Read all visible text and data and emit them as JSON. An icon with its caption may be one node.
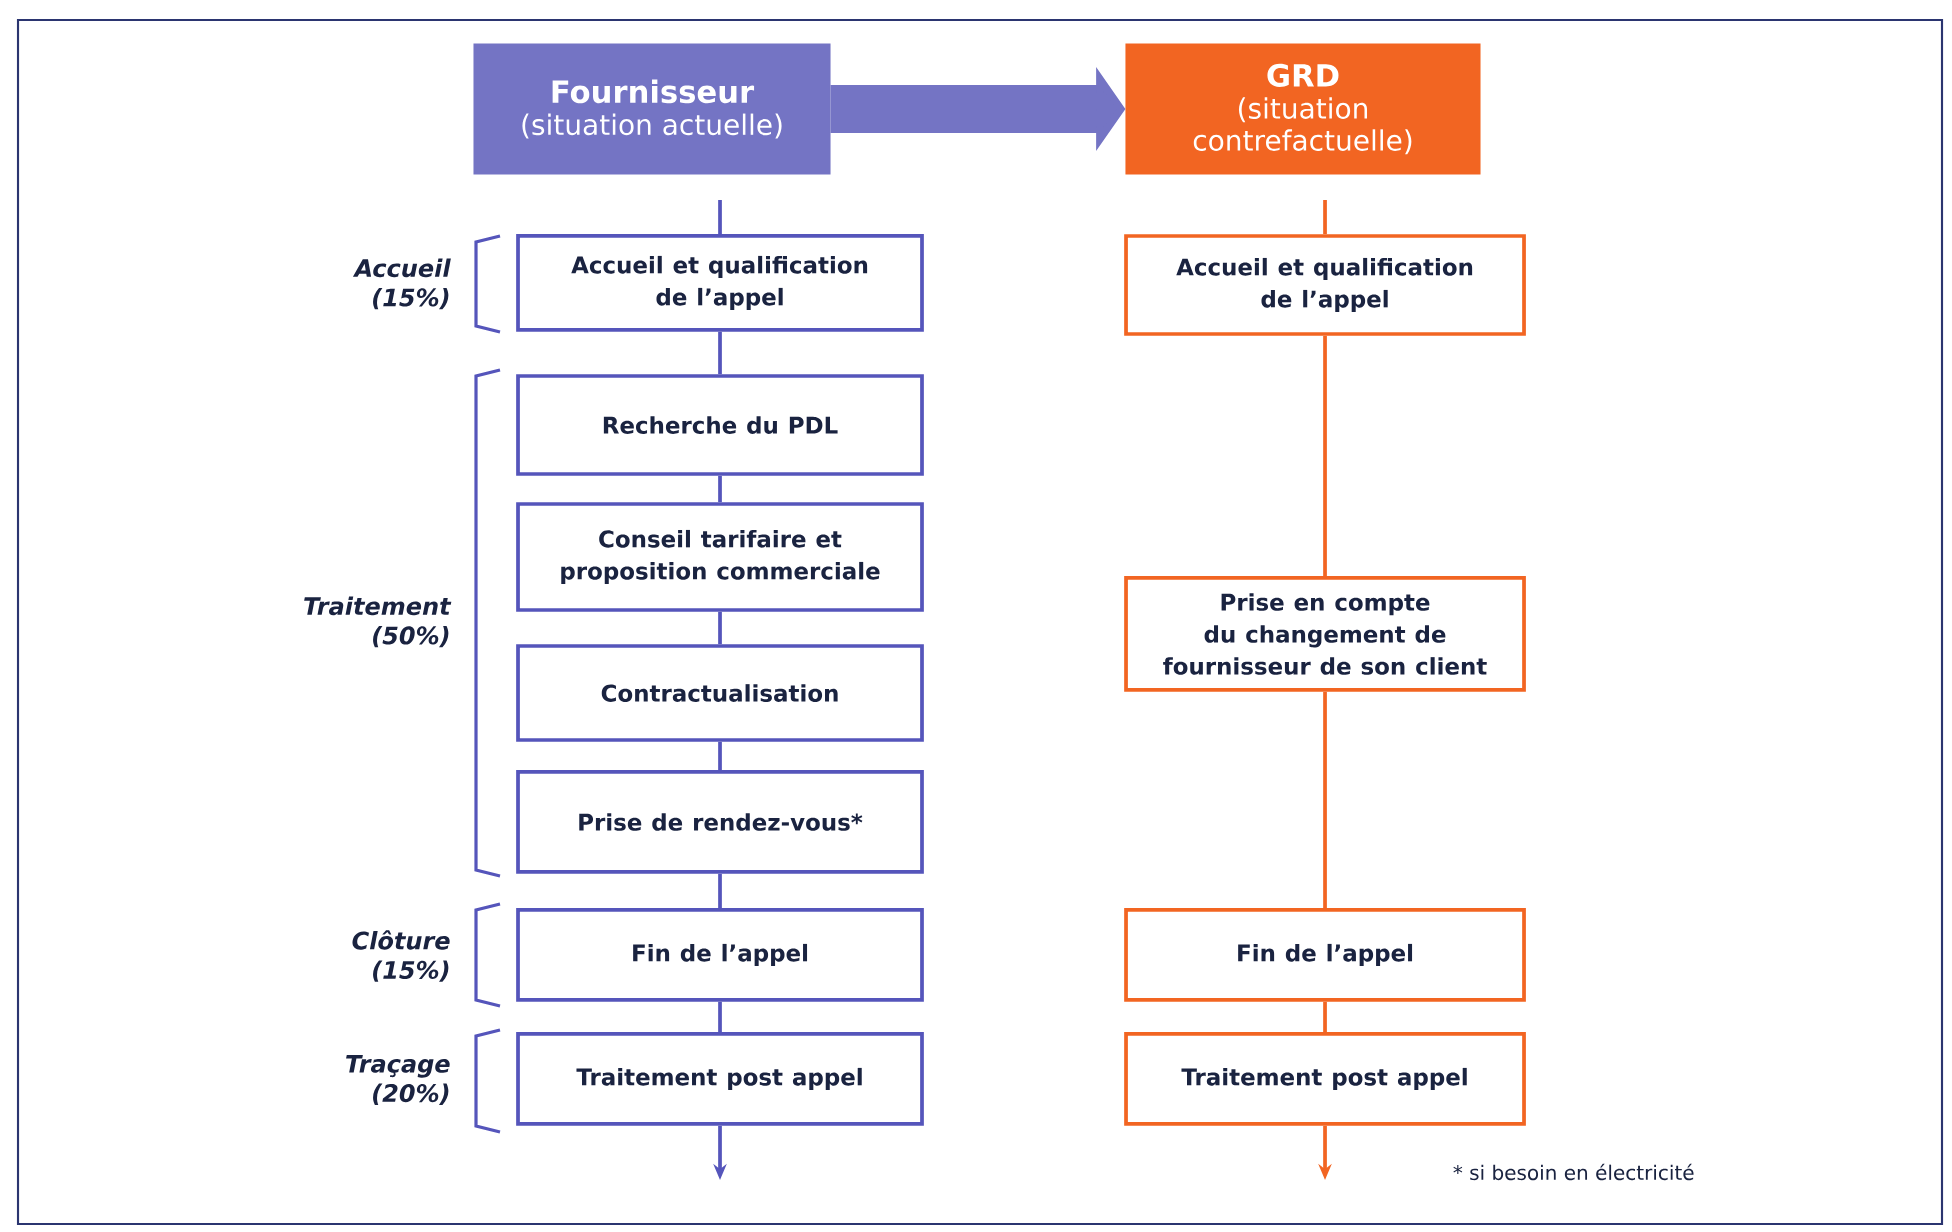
{
  "diagram": {
    "nodes": [
      {
        "text": [
          "Fournisseur",
          "(situation actuelle)"
        ]
      },
      {
        "text": [
          "GRD",
          "(situation contrefactuelle)"
        ]
      },
      {
        "text": [
          "Accueil et qualification de l’appel"
        ]
      },
      {
        "text": [
          "Recherche du PDL"
        ]
      },
      {
        "text": [
          "Conseil tarifaire et proposition commerciale"
        ]
      },
      {
        "text": [
          "Contractualisation"
        ]
      },
      {
        "text": [
          "Prise de rendez-vous*"
        ]
      },
      {
        "text": [
          "Fin de l’appel"
        ]
      },
      {
        "text": [
          "Traitement post appel"
        ]
      },
      {
        "text": [
          "Accueil et qualification de l’appel"
        ]
      },
      {
        "text": [
          "Prise en compte du changement de fournisseur de son client"
        ]
      },
      {
        "text": [
          "Fin de l’appel"
        ]
      },
      {
        "text": [
          "Traitement post appel"
        ]
      }
    ],
    "edges": [
      {
        "from": 0,
        "to": 1,
        "arrow": "to",
        "style": "thick",
        "color": "#7474c4"
      },
      {
        "from": null,
        "to": 2,
        "arrow": "none"
      },
      {
        "from": 2,
        "to": 3,
        "arrow": "none"
      },
      {
        "from": 3,
        "to": 4,
        "arrow": "none"
      },
      {
        "from": 4,
        "to": 5,
        "arrow": "none"
      },
      {
        "from": 5,
        "to": 6,
        "arrow": "none"
      },
      {
        "from": 6,
        "to": 7,
        "arrow": "none"
      },
      {
        "from": 7,
        "to": 8,
        "arrow": "none"
      },
      {
        "from": 8,
        "to": null,
        "arrow": "to"
      },
      {
        "from": null,
        "to": 9,
        "arrow": "none",
        "color": "#f26522"
      },
      {
        "from": 9,
        "to": 10,
        "arrow": "none",
        "color": "#f26522"
      },
      {
        "from": 10,
        "to": 11,
        "arrow": "none",
        "color": "#f26522"
      },
      {
        "from": 11,
        "to": 12,
        "arrow": "none",
        "color": "#f26522"
      },
      {
        "from": 12,
        "to": null,
        "arrow": "to",
        "color": "#f26522"
      }
    ],
    "labels": [
      "Accueil (15%)",
      "Traitement (50%)",
      "Clôture (15%)",
      "Traçage (20%)",
      "* si besoin en électricité"
    ]
  }
}
